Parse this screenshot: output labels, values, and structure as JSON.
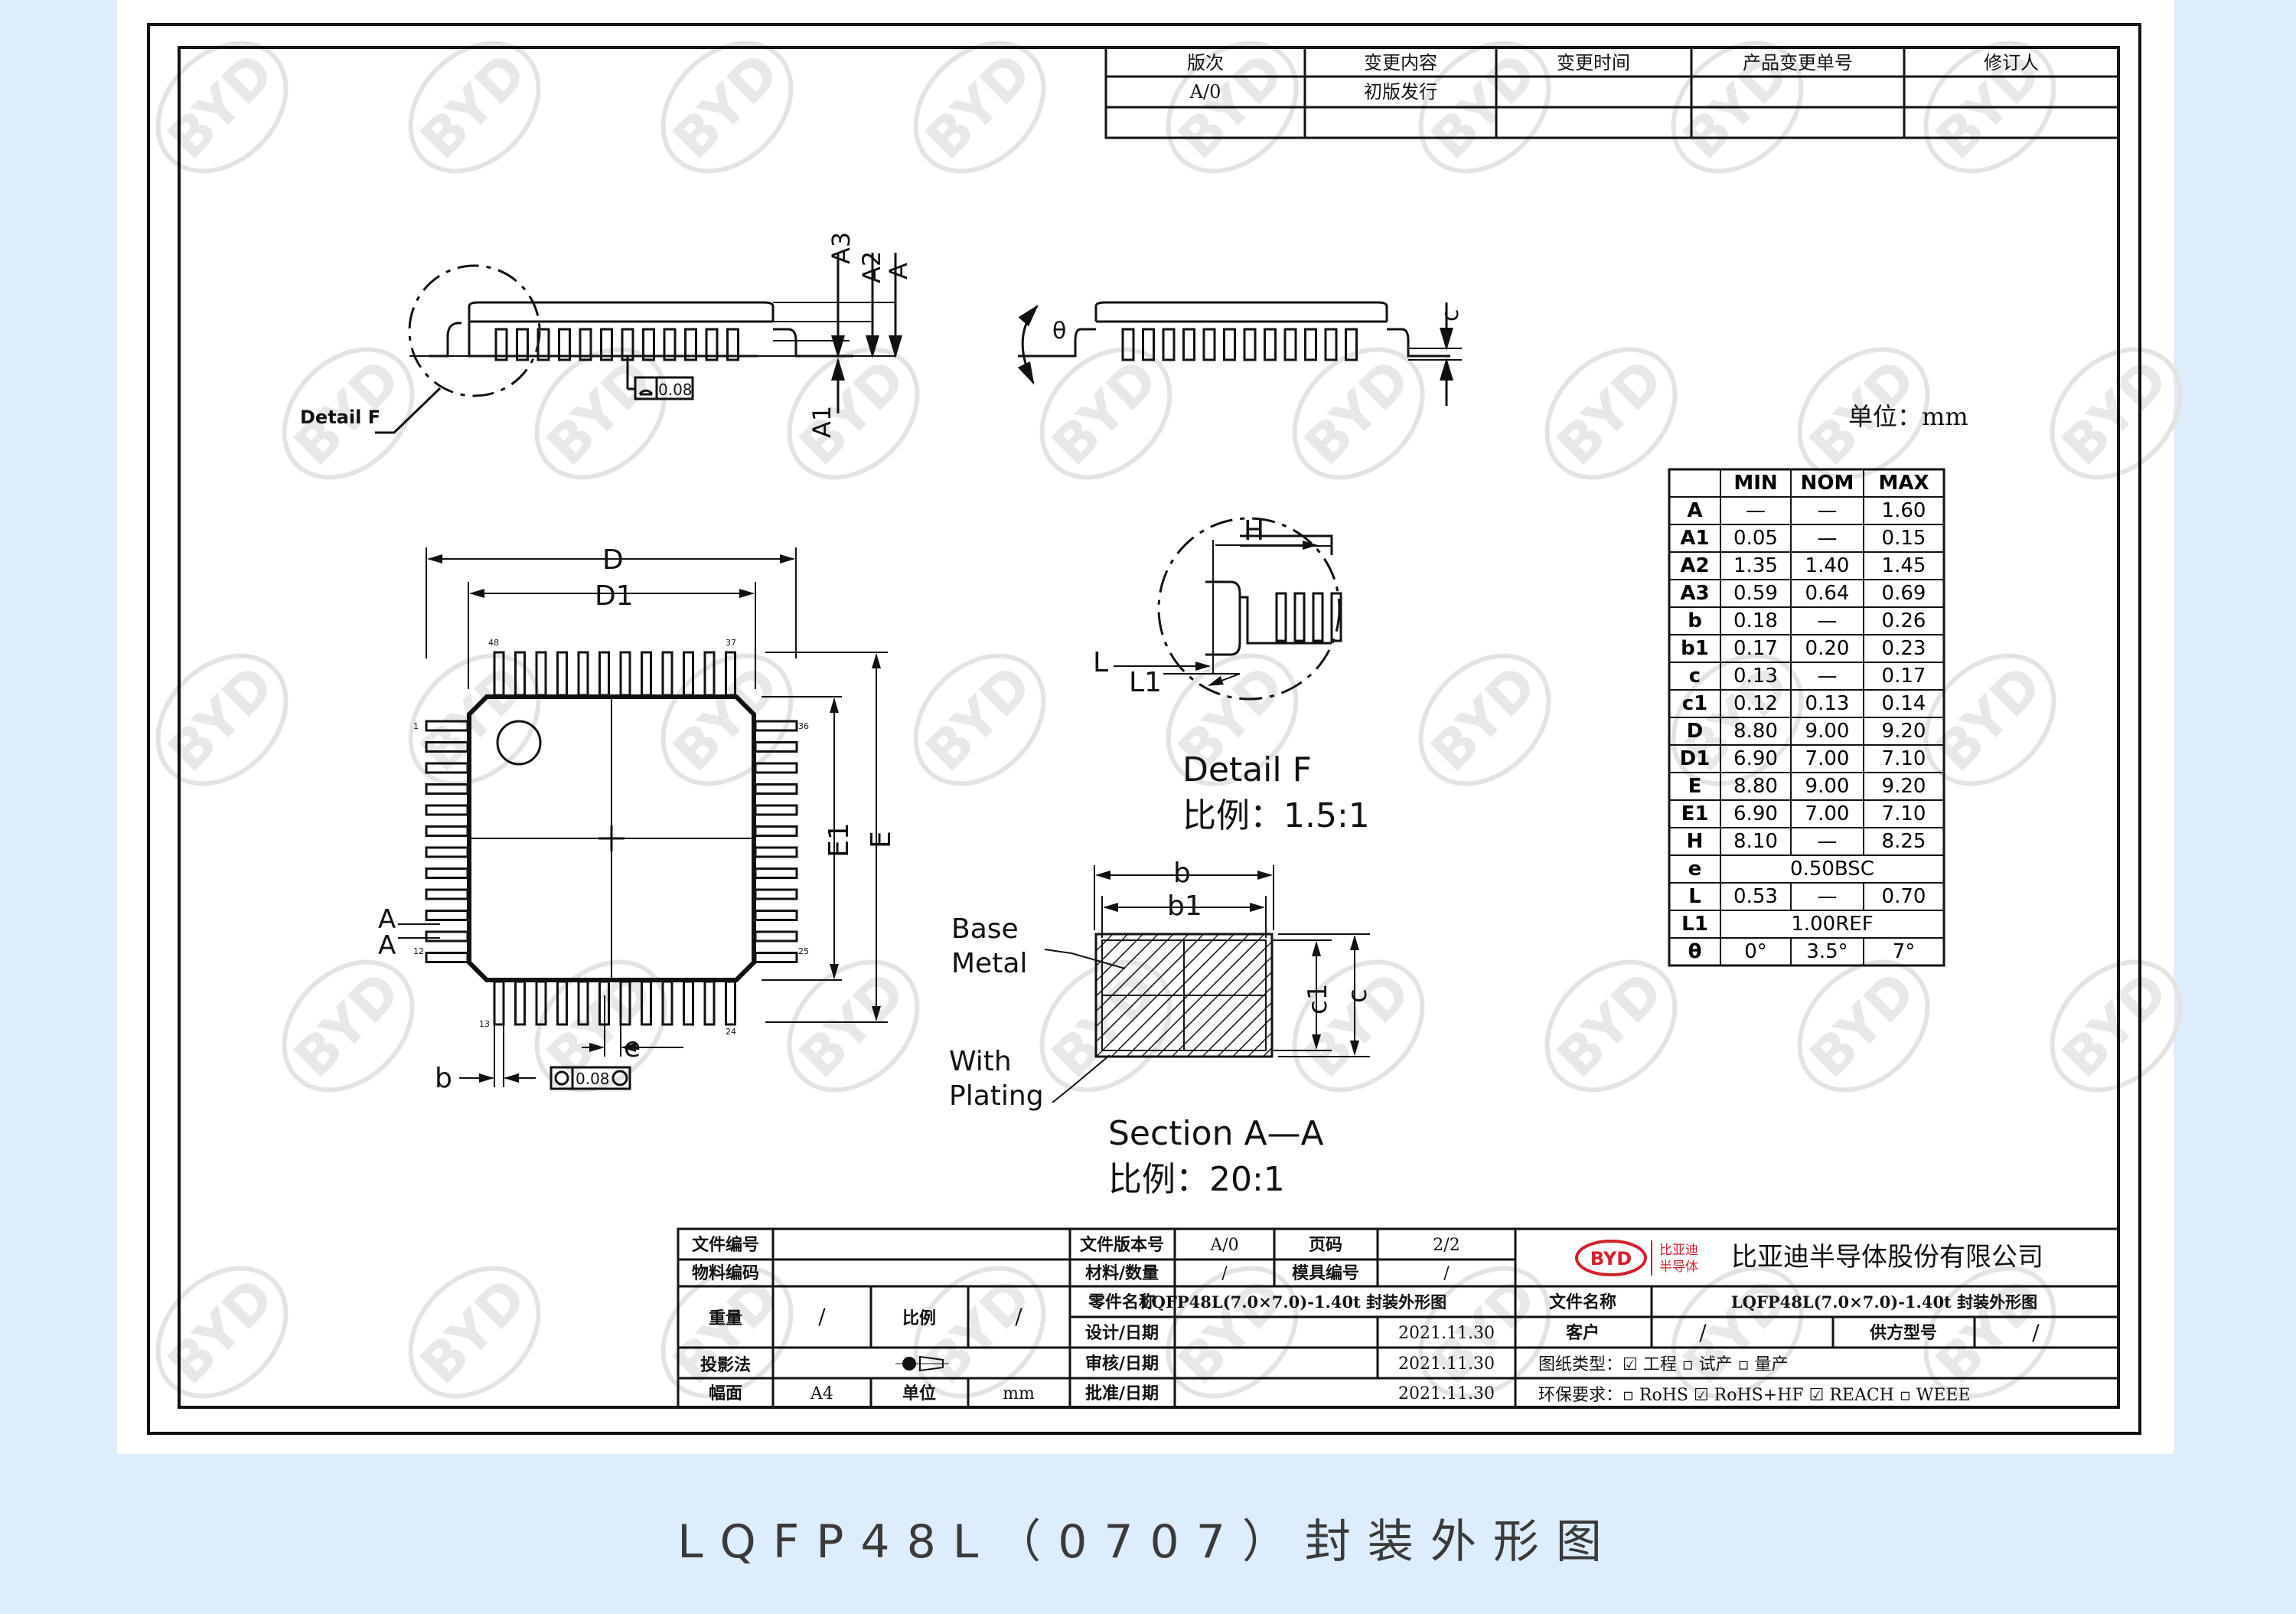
{
  "revision_table": {
    "headers": [
      "版次",
      "变更内容",
      "变更时间",
      "产品变更单号",
      "修订人"
    ],
    "rows": [
      [
        "A/0",
        "初版发行",
        "",
        "",
        ""
      ],
      [
        "",
        "",
        "",
        "",
        ""
      ]
    ]
  },
  "unit_label": "单位：mm",
  "dim_table": {
    "headers": [
      "",
      "MIN",
      "NOM",
      "MAX"
    ],
    "rows": [
      [
        "A",
        "—",
        "—",
        "1.60"
      ],
      [
        "A1",
        "0.05",
        "—",
        "0.15"
      ],
      [
        "A2",
        "1.35",
        "1.40",
        "1.45"
      ],
      [
        "A3",
        "0.59",
        "0.64",
        "0.69"
      ],
      [
        "b",
        "0.18",
        "—",
        "0.26"
      ],
      [
        "b1",
        "0.17",
        "0.20",
        "0.23"
      ],
      [
        "c",
        "0.13",
        "—",
        "0.17"
      ],
      [
        "c1",
        "0.12",
        "0.13",
        "0.14"
      ],
      [
        "D",
        "8.80",
        "9.00",
        "9.20"
      ],
      [
        "D1",
        "6.90",
        "7.00",
        "7.10"
      ],
      [
        "E",
        "8.80",
        "9.00",
        "9.20"
      ],
      [
        "E1",
        "6.90",
        "7.00",
        "7.10"
      ],
      [
        "H",
        "8.10",
        "—",
        "8.25"
      ],
      [
        "e",
        "0.50BSC"
      ],
      [
        "L",
        "0.53",
        "—",
        "0.70"
      ],
      [
        "L1",
        "1.00REF"
      ],
      [
        "θ",
        "0°",
        "3.5°",
        "7°"
      ]
    ]
  },
  "drawing_labels": {
    "side_dims": [
      "A3",
      "A2",
      "A",
      "A1"
    ],
    "c": "c",
    "theta": "θ",
    "detail_f_callout": "Detail F",
    "flatness": "0.08",
    "D": "D",
    "D1": "D1",
    "E": "E",
    "E1": "E1",
    "pin_numbers": [
      "48",
      "37",
      "1",
      "36",
      "12",
      "25",
      "13",
      "24"
    ],
    "section_marker": "A",
    "b": "b",
    "e": "e",
    "position_tol": "0.08",
    "H": "H",
    "L": "L",
    "L1": "L1",
    "detail_f_title": "Detail F",
    "detail_f_scale": "比例：1.5:1",
    "b1": "b1",
    "c1": "c1",
    "base_metal": [
      "Base",
      "Metal"
    ],
    "with_plating": [
      "With",
      "Plating"
    ],
    "section_title": "Section  A—A",
    "section_scale": "比例：20:1"
  },
  "title_block": {
    "file_no_label": "文件编号",
    "file_no": "",
    "material_no_label": "物料编码",
    "material_no": "",
    "weight_label": "重量",
    "weight": "/",
    "scale_label": "比例",
    "scale": "/",
    "projection_label": "投影法",
    "size_label": "幅面",
    "size": "A4",
    "unit_label": "单位",
    "unit": "mm",
    "version_label": "文件版本号",
    "version": "A/0",
    "page_label": "页码",
    "page": "2/2",
    "qty_label": "材料/数量",
    "qty": "/",
    "mold_label": "模具编号",
    "mold": "/",
    "part_label": "零件名称",
    "part": "LQFP48L(7.0×7.0)-1.40t 封装外形图",
    "design_label": "设计/日期",
    "design_date": "2021.11.30",
    "review_label": "审核/日期",
    "review_date": "2021.11.30",
    "approve_label": "批准/日期",
    "approve_date": "2021.11.30",
    "logo_text": "BYD",
    "logo_cn": [
      "比亚迪",
      "半导体"
    ],
    "company": "比亚迪半导体股份有限公司",
    "doc_name_label": "文件名称",
    "doc_name": "LQFP48L(7.0×7.0)-1.40t 封装外形图",
    "customer_label": "客户",
    "customer": "/",
    "supplier_model_label": "供方型号",
    "supplier_model": "/",
    "drawing_type": "图纸类型：☑ 工程   ▫ 试产   ▫ 量产",
    "env": "环保要求：▫ RoHS   ☑ RoHS+HF   ☑ REACH   ▫ WEEE"
  },
  "watermark": "BYD",
  "caption": "LQFP48L（0707）封装外形图"
}
